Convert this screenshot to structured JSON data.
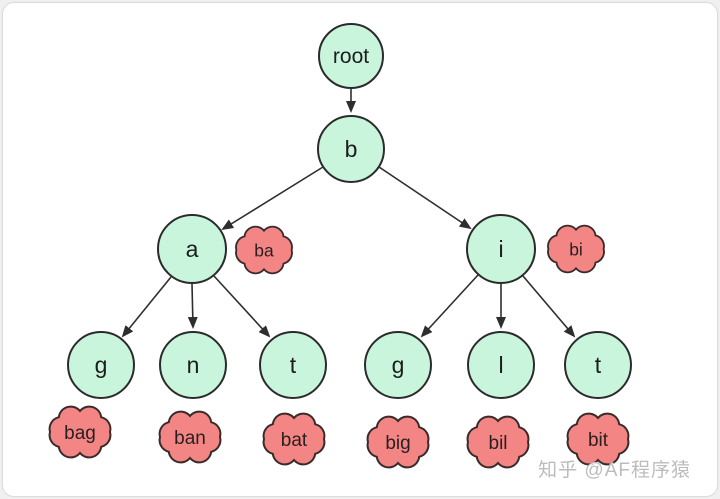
{
  "palette": {
    "node_fill": "#c9f5dc",
    "node_stroke": "#2b2b2b",
    "cloud_fill": "#f38585",
    "cloud_stroke": "#3a2b2b",
    "edge_color": "#2e2e2e",
    "text_color": "#1d1d1d",
    "card_background": "#ffffff",
    "outer_background": "#f0f0f0"
  },
  "trie": {
    "nodes": {
      "root": {
        "label": "root"
      },
      "b": {
        "label": "b"
      },
      "a": {
        "label": "a"
      },
      "i": {
        "label": "i"
      },
      "ag": {
        "label": "g"
      },
      "an": {
        "label": "n"
      },
      "at": {
        "label": "t"
      },
      "ig": {
        "label": "g"
      },
      "il": {
        "label": "l"
      },
      "it": {
        "label": "t"
      }
    },
    "prefix_clouds": {
      "ba": {
        "label": "ba"
      },
      "bi": {
        "label": "bi"
      }
    },
    "word_clouds": {
      "bag": {
        "label": "bag"
      },
      "ban": {
        "label": "ban"
      },
      "bat": {
        "label": "bat"
      },
      "big": {
        "label": "big"
      },
      "bil": {
        "label": "bil"
      },
      "bit": {
        "label": "bit"
      }
    }
  },
  "watermark": {
    "text": "知乎 @AF程序猿"
  }
}
